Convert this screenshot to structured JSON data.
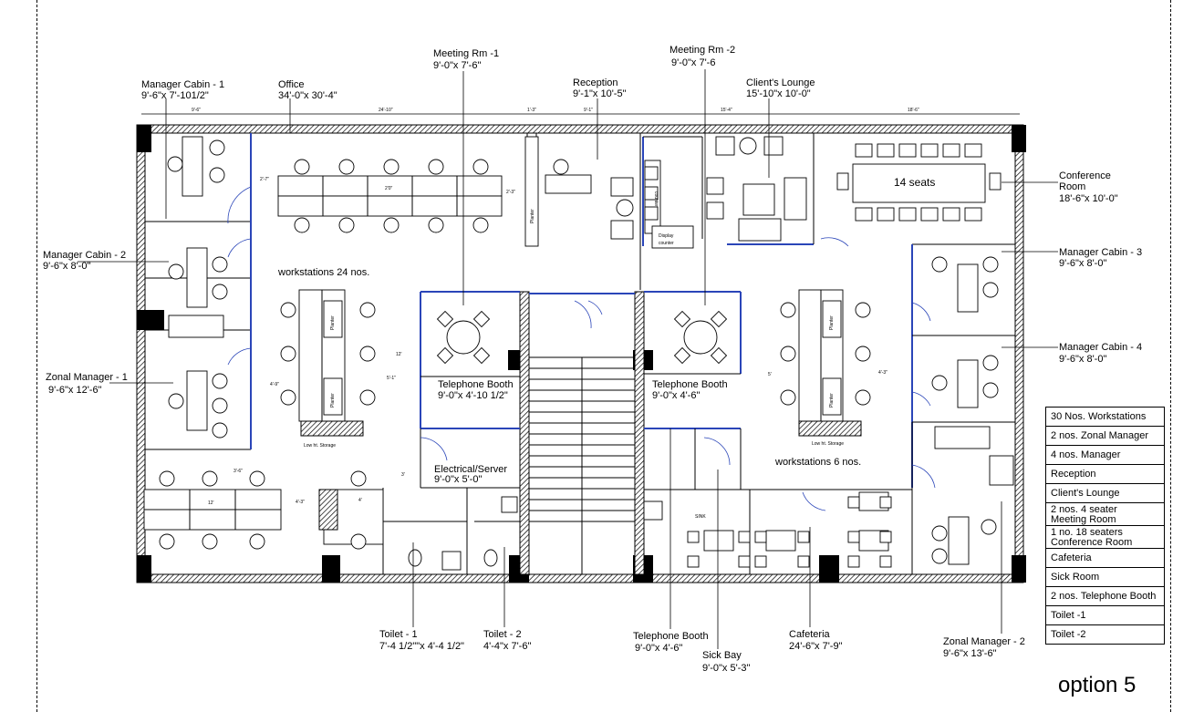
{
  "drawing": {
    "title": "option 5",
    "rooms": {
      "manager_cabin_1": {
        "name": "Manager Cabin - 1",
        "size": "9'-6\"x 7'-101/2\""
      },
      "office": {
        "name": "Office",
        "size": "34'-0\"x 30'-4\""
      },
      "meeting_rm_1": {
        "name": "Meeting Rm -1",
        "size": "9'-0\"x 7'-6\""
      },
      "reception": {
        "name": "Reception",
        "size": "9'-1\"x 10'-5\""
      },
      "meeting_rm_2": {
        "name": "Meeting Rm -2",
        "size": "9'-0\"x 7'-6"
      },
      "clients_lounge": {
        "name": "Client's Lounge",
        "size": "15'-10\"x 10'-0\""
      },
      "conference_room": {
        "name": "Conference",
        "name2": "Room",
        "size": "18'-6\"x 10'-0\""
      },
      "manager_cabin_2": {
        "name": "Manager Cabin - 2",
        "size": "9'-6\"x 8'-0\""
      },
      "manager_cabin_3": {
        "name": "Manager Cabin - 3",
        "size": "9'-6\"x 8'-0\""
      },
      "manager_cabin_4": {
        "name": "Manager Cabin - 4",
        "size": "9'-6\"x 8'-0\""
      },
      "zonal_manager_1": {
        "name": "Zonal Manager - 1",
        "size": "9'-6\"x 12'-6\""
      },
      "zonal_manager_2": {
        "name": "Zonal Manager - 2",
        "size": "9'-6\"x 13'-6\""
      },
      "telephone_booth_1": {
        "name": "Telephone Booth",
        "size": "9'-0\"x 4'-10 1/2\""
      },
      "telephone_booth_2": {
        "name": "Telephone Booth",
        "size": "9'-0\"x 4'-6\""
      },
      "telephone_booth_3": {
        "name": "Telephone Booth",
        "size": "9'-0\"x 4'-6\""
      },
      "electrical_server": {
        "name": "Electrical/Server",
        "size": "9'-0\"x 5'-0\""
      },
      "toilet_1": {
        "name": "Toilet - 1",
        "size": "7'-4 1/2\"\"x 4'-4 1/2\""
      },
      "toilet_2": {
        "name": "Toilet - 2",
        "size": "4'-4\"x 7'-6\""
      },
      "sick_bay": {
        "name": "Sick Bay",
        "size": "9'-0\"x 5'-3\""
      },
      "cafeteria": {
        "name": "Cafeteria",
        "size": "24'-6\"x 7'-9\""
      }
    },
    "interior_labels": {
      "workstations_24": "workstations 24 nos.",
      "workstations_6": "workstations 6 nos.",
      "seats_14": "14 seats",
      "planter": "Planter",
      "counter": "counter",
      "display_counter_1": "Display",
      "display_counter_2": "counter",
      "low_storage": "Low ht. Storage",
      "sink": "SINK"
    },
    "dimensions": {
      "top_1": "9'-6\"",
      "top_2": "24'-10\"",
      "top_3": "1'-3\"",
      "top_4": "9'-1\"",
      "top_5": "15'-4\"",
      "top_6": "18'-6\"",
      "ws_1": "2'-7\"",
      "ws_2": "2'0\"",
      "ws_3": "2'-3\"",
      "ws_4": "4'-9\"",
      "ws_5": "5'-1\"",
      "ws_6": "12'",
      "ws_7": "5'",
      "ws_8": "4'-3\"",
      "ws_9": "3'",
      "ws_10": "4'-3\"",
      "ws_11": "4'",
      "ws_12": "12'",
      "ws_13": "3'-6\""
    }
  },
  "legend": {
    "items": [
      {
        "label": "30 Nos. Workstations"
      },
      {
        "label": "2 nos. Zonal Manager"
      },
      {
        "label": "4 nos. Manager"
      },
      {
        "label": "Reception"
      },
      {
        "label": "Client's Lounge"
      },
      {
        "label": "2 nos.  4 seater",
        "label2": "Meeting Room"
      },
      {
        "label": "1 no.  18 seaters",
        "label2": "Conference Room"
      },
      {
        "label": "Cafeteria"
      },
      {
        "label": "Sick Room"
      },
      {
        "label": "2 nos. Telephone Booth"
      },
      {
        "label": "Toilet -1"
      },
      {
        "label": "Toilet -2"
      }
    ]
  },
  "colors": {
    "glass_partition": "#2a45b8",
    "wall_hatch": "#000000",
    "background": "#ffffff"
  }
}
